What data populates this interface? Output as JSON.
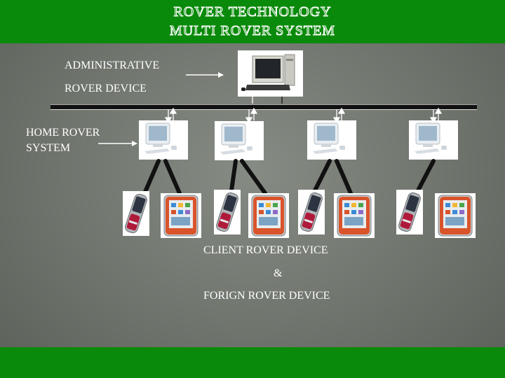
{
  "title": {
    "line1": "ROVER  TECHNOLOGY",
    "line2": "MULTI   ROVER SYSTEM"
  },
  "labels": {
    "admin_line1": "ADMINISTRATIVE",
    "admin_line2": "ROVER DEVICE",
    "home_line1": "HOME ROVER",
    "home_line2": "SYSTEM",
    "client_line1": "CLIENT ROVER DEVICE",
    "client_line2": "&",
    "client_line3": "FORIGN ROVER DEVICE"
  },
  "icons": {
    "admin_pc": "desktop-computer-icon",
    "home_pc": "imac-computer-icon",
    "slider_phone": "slider-phone-icon",
    "touch_phone": "touchscreen-phone-icon"
  },
  "colors": {
    "band": "#0a8a0a",
    "background": "#767b74",
    "text": "#ffffff"
  }
}
